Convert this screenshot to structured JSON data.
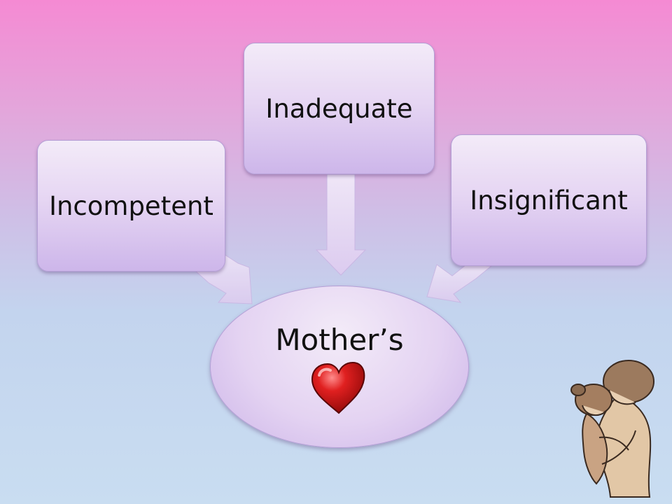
{
  "diagram": {
    "top_left_box": "Incompetent",
    "top_center_box": "Inadequate",
    "top_right_box": "Insignificant",
    "center_label": "Mother’s"
  },
  "icons": {
    "center": "heart-icon",
    "corner": "mother-child-illustration-icon"
  },
  "colors": {
    "background_top": "#f58ad3",
    "background_bottom": "#c9ddf1",
    "box_fill": "#e6d6f3",
    "arrow_fill": "#e8dcf3",
    "heart": "#d81818"
  }
}
